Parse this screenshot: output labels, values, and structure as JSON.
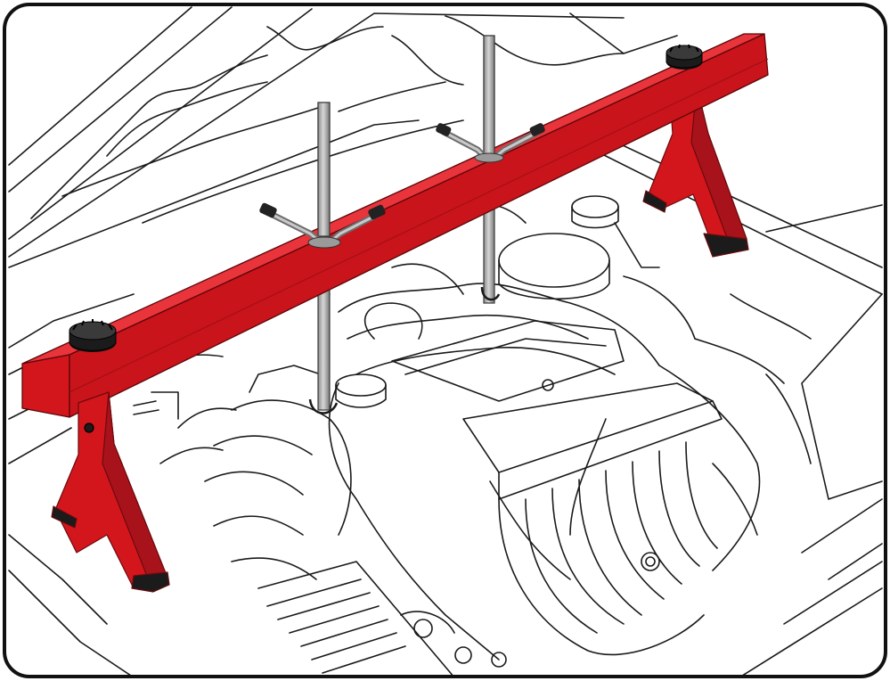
{
  "illustration": {
    "subject": "engine-support-bar-installed-over-engine-bay",
    "colors": {
      "frame_border": "#111111",
      "line_art": "#1a1a1a",
      "beam_red": "#d3161c",
      "beam_red_dark": "#8e0d12",
      "beam_red_light": "#e8343a",
      "rod_gray": "#b9b9b9",
      "rod_gray_dark": "#6d6d6d",
      "knob_black": "#1b1b1b",
      "background": "#ffffff"
    },
    "parts": [
      {
        "id": "support-beam",
        "icon": "beam-icon"
      },
      {
        "id": "left-stand",
        "icon": "stand-icon"
      },
      {
        "id": "right-stand",
        "icon": "stand-icon"
      },
      {
        "id": "left-lifting-rod",
        "icon": "rod-hook-icon"
      },
      {
        "id": "right-lifting-rod",
        "icon": "rod-hook-icon"
      },
      {
        "id": "left-adjust-knob",
        "icon": "knob-icon"
      },
      {
        "id": "right-adjust-knob",
        "icon": "knob-icon"
      },
      {
        "id": "left-wing-handle",
        "icon": "wing-nut-icon"
      },
      {
        "id": "right-wing-handle",
        "icon": "wing-nut-icon"
      }
    ]
  }
}
